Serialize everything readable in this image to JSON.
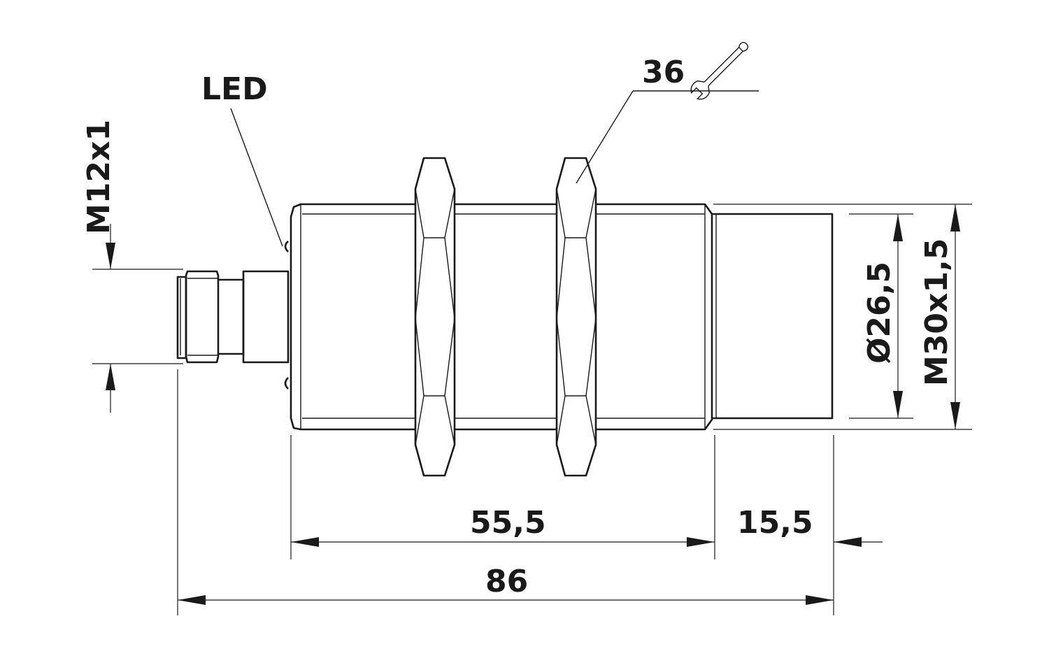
{
  "labels": {
    "led": "LED",
    "wrench_size": "36",
    "connector_thread": "M12x1",
    "sleeve_diameter": "Ø26,5",
    "housing_thread": "M30x1,5",
    "thread_length": "55,5",
    "sensing_face_length": "15,5",
    "overall_length": "86"
  },
  "icons": {
    "wrench": "wrench-icon"
  },
  "colors": {
    "line": "#1a1a1a",
    "background": "#ffffff"
  }
}
